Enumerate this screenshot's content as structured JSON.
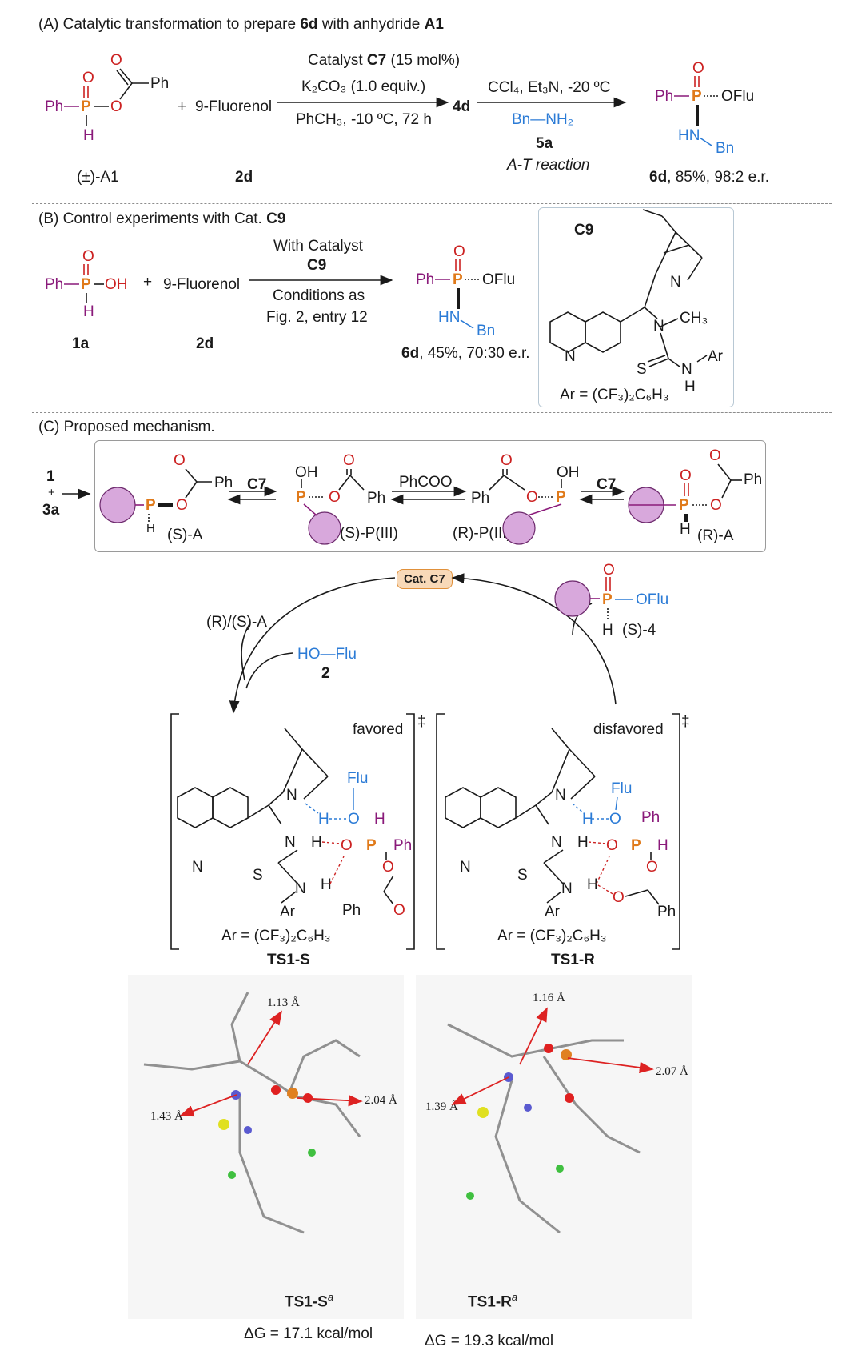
{
  "sectionA": {
    "title_pre": "(A) Catalytic transformation to prepare ",
    "title_b1": "6d",
    "title_mid": " with anhydride ",
    "title_b2": "A1",
    "ph": "Ph",
    "p": "P",
    "o": "O",
    "h": "H",
    "plus": "+",
    "fluorenol": "9-Fluorenol",
    "cond1_pre": "Catalyst ",
    "cond1_b": "C7",
    "cond1_post": " (15 mol%)",
    "cond2": "K₂CO₃ (1.0 equiv.)",
    "cond3": "PhCH₃, -10 ºC, 72 h",
    "mid_product": "4d",
    "cond4": "CCl₄, Et₃N, -20 ºC",
    "amine": "Bn—NH₂",
    "amine_label": "5a",
    "reaction_label": "A-T reaction",
    "oflu": "OFlu",
    "hn": "HN",
    "bn": "Bn",
    "label_a1": "(±)-A1",
    "label_2d": "2d",
    "product_b": "6d",
    "product_rest": ", 85%, 98:2 e.r."
  },
  "sectionB": {
    "title_pre": "(B) Control experiments with Cat. ",
    "title_b": "C9",
    "oh": "OH",
    "cond1": "With Catalyst",
    "cond2": "C9",
    "cond3": "Conditions as",
    "cond4": "Fig. 2, entry 12",
    "label_1a": "1a",
    "label_2d": "2d",
    "product_b": "6d",
    "product_rest": ", 45%, 70:30 e.r.",
    "c9_label": "C9",
    "c9_n": "N",
    "c9_ch3": "CH₃",
    "c9_s": "S",
    "c9_nh": "N",
    "c9_h": "H",
    "c9_ar": "Ar",
    "c9_ar_def": "Ar = (CF₃)₂C₆H₃"
  },
  "sectionC": {
    "title": "(C) Proposed mechanism.",
    "reactant1": "1",
    "plus": "+",
    "reactant2": "3a",
    "c7": "C7",
    "phcoo": "PhCOO⁻",
    "oh": "OH",
    "label_SA": "(S)-A",
    "label_SP": "(S)-P(III)",
    "label_RP": "(R)-P(III)",
    "label_RA": "(R)-A",
    "cat_c7": "Cat. C7",
    "label_S4": "(S)-4",
    "oflu": "OFlu",
    "rs_a": "(R)/(S)-A",
    "hoflu": "HO—Flu",
    "two": "2",
    "favored": "favored",
    "disfavored": "disfavored",
    "dagger": "‡",
    "flu": "Flu",
    "ar": "Ar",
    "ar_def": "Ar = (CF₃)₂C₆H₃",
    "ts1s": "TS1-S",
    "ts1r": "TS1-R",
    "d113": "1.13 Å",
    "d143": "1.43 Å",
    "d204": "2.04 Å",
    "d116": "1.16 Å",
    "d139": "1.39 Å",
    "d207": "2.07 Å",
    "ts1s_a": "TS1-S",
    "ts1r_a": "TS1-R",
    "sup_a": "a",
    "dg1": "ΔG = 17.1 kcal/mol",
    "dg2": "ΔG = 19.3 kcal/mol"
  },
  "colors": {
    "phosphorus": "#e07a1a",
    "substituent": "#8a1a7a",
    "fluorenol": "#2b7bd6",
    "circle": "#d8a8dc",
    "hbond": "#cc2222",
    "catalyst_badge": "#f8d9b8"
  }
}
